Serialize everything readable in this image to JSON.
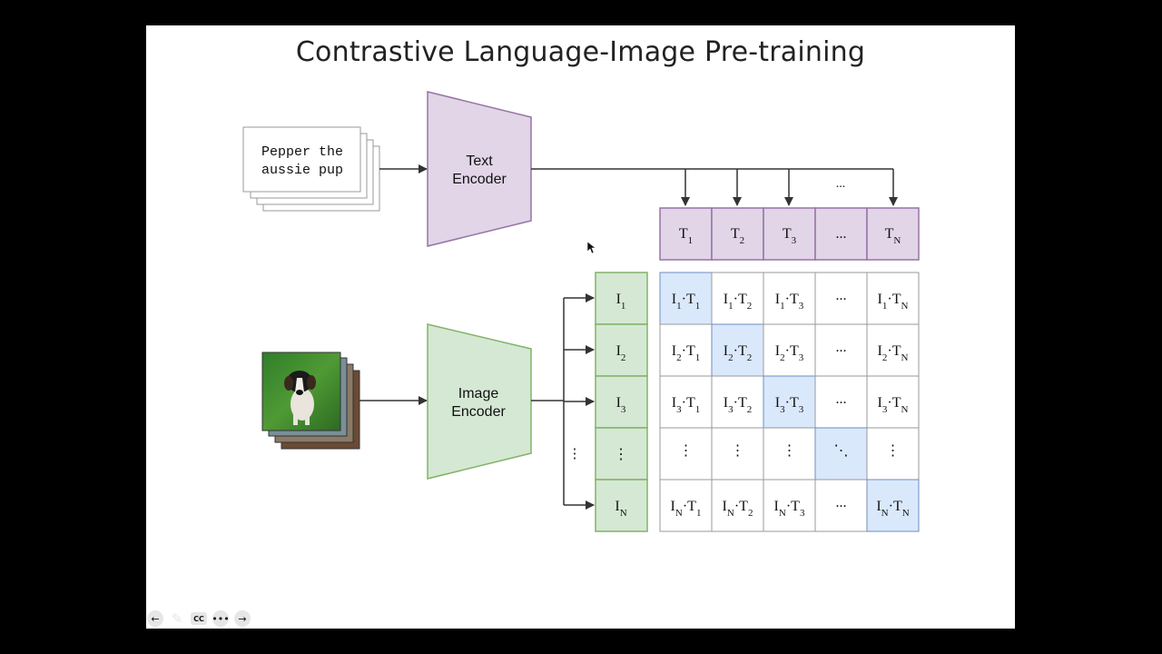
{
  "title": "Contrastive Language-Image Pre-training",
  "text_input": {
    "line1": "Pepper the",
    "line2": "aussie pup"
  },
  "text_encoder": {
    "line1": "Text",
    "line2": "Encoder"
  },
  "image_encoder": {
    "line1": "Image",
    "line2": "Encoder"
  },
  "top_ellipsis": "...",
  "text_embeddings": [
    {
      "base": "T",
      "sub": "1"
    },
    {
      "base": "T",
      "sub": "2"
    },
    {
      "base": "T",
      "sub": "3"
    },
    {
      "base": "...",
      "sub": ""
    },
    {
      "base": "T",
      "sub": "N"
    }
  ],
  "image_embeddings": [
    {
      "base": "I",
      "sub": "1"
    },
    {
      "base": "I",
      "sub": "2"
    },
    {
      "base": "I",
      "sub": "3"
    },
    {
      "base": "⋮",
      "sub": ""
    },
    {
      "base": "I",
      "sub": "N"
    }
  ],
  "side_ellipsis": "⋮",
  "matrix": {
    "rows": [
      "1",
      "2",
      "3",
      "⋮",
      "N"
    ],
    "cols": [
      "1",
      "2",
      "3",
      "...",
      "N"
    ],
    "vertical_ellipsis": "⋮",
    "horizontal_ellipsis": "...",
    "diagonal_ellipsis": "⋱",
    "highlight_color": "#dae8fc"
  },
  "colors": {
    "text_encoder_fill": "#e1d5e7",
    "text_encoder_stroke": "#9673a6",
    "image_encoder_fill": "#d5e8d4",
    "image_encoder_stroke": "#82b366",
    "diagonal_fill": "#dae8fc",
    "diagonal_stroke": "#6c8ebf"
  },
  "controls": [
    "back-icon",
    "pen-icon",
    "cc-icon",
    "more-icon",
    "forward-icon"
  ]
}
